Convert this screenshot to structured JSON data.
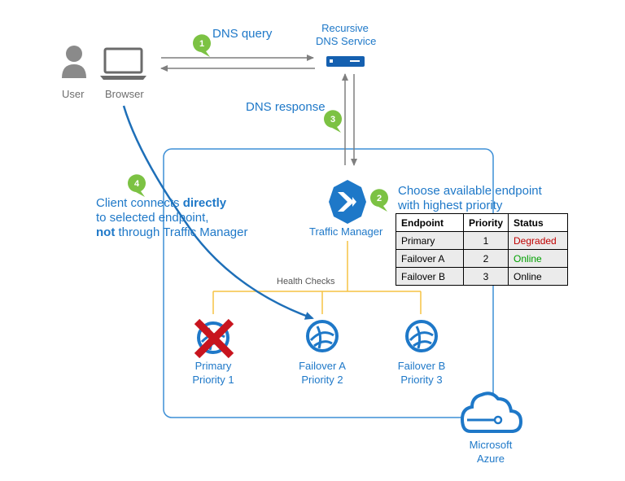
{
  "labels": {
    "user": "User",
    "browser": "Browser",
    "dns_query": "DNS query",
    "dns_service_line1": "Recursive",
    "dns_service_line2": "DNS Service",
    "dns_response": "DNS response",
    "traffic_manager": "Traffic Manager",
    "choose_line1": "Choose available endpoint",
    "choose_line2": "with highest priority",
    "client_line1_pre": "Client connects ",
    "client_line1_bold": "directly",
    "client_line2": "to selected endpoint,",
    "client_line3_bold": "not",
    "client_line3_rest": " through Traffic Manager",
    "health_checks": "Health Checks",
    "azure_line1": "Microsoft",
    "azure_line2": "Azure"
  },
  "steps": [
    "1",
    "2",
    "3",
    "4"
  ],
  "endpoints": [
    {
      "name": "Primary",
      "priority": "Priority 1"
    },
    {
      "name": "Failover A",
      "priority": "Priority 2"
    },
    {
      "name": "Failover B",
      "priority": "Priority 3"
    }
  ],
  "table": {
    "headers": [
      "Endpoint",
      "Priority",
      "Status"
    ],
    "rows": [
      {
        "endpoint": "Primary",
        "priority": "1",
        "status": "Degraded",
        "status_color": "#c00000"
      },
      {
        "endpoint": "Failover A",
        "priority": "2",
        "status": "Online",
        "status_color": "#00a000"
      },
      {
        "endpoint": "Failover B",
        "priority": "3",
        "status": "Online",
        "status_color": "#000000"
      }
    ]
  },
  "colors": {
    "azure_blue": "#1e78c8",
    "step_green": "#7cc243",
    "health_yellow": "#f5c242",
    "failed_red": "#c8141e",
    "gray": "#7f7f7f"
  }
}
